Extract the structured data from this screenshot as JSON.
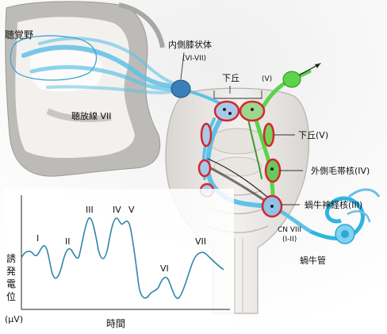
{
  "labels": {
    "auditory_cortex": "聴覚野",
    "acoustic_radiation": "聴放線 VII",
    "mgn": "内側膝状体",
    "mgn_stage": "(VI-VII)",
    "ic_top": "下丘",
    "ic_top_stage": "(V)",
    "ic_right": "下丘(V)",
    "lateral_lemniscus": "外側毛帯核(IV)",
    "cochlear_nucleus": "蝸牛神経核(III)",
    "cn_viii": "CN VIII",
    "cn_viii_stage": "(I-II)",
    "cochlea": "蝸牛管"
  },
  "erp": {
    "ylabel_chars": [
      "誘",
      "発",
      "電",
      "位"
    ],
    "unit": "(μV)",
    "xlabel": "時間",
    "peaks": [
      "I",
      "II",
      "III",
      "IV",
      "V",
      "VI",
      "VII"
    ]
  },
  "colors": {
    "tract_blue": "#5fc1e6",
    "tract_green": "#5bd34a",
    "nucleus_red": "#d6262b",
    "waveform": "#2f86a8"
  }
}
